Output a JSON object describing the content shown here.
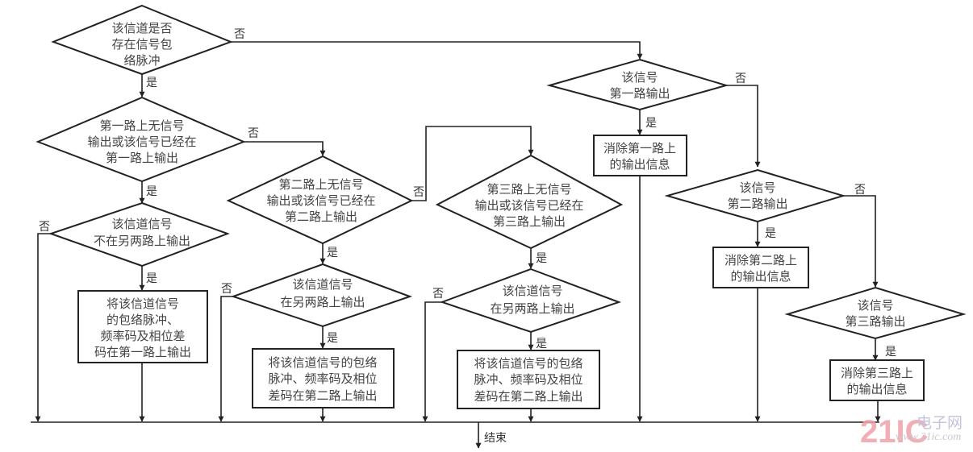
{
  "diagram": {
    "type": "flowchart",
    "nodes": {
      "d1": {
        "kind": "decision",
        "lines": [
          "该信道是否",
          "存在信号包",
          "络脉冲"
        ]
      },
      "d2": {
        "kind": "decision",
        "lines": [
          "第一路上无信号",
          "输出或该信号已经在",
          "第一路上输出"
        ]
      },
      "d3": {
        "kind": "decision",
        "lines": [
          "该信道信号",
          "不在另两路上输出"
        ]
      },
      "p1": {
        "kind": "process",
        "lines": [
          "将该信道信号",
          "的包络脉冲、",
          "频率码及相位差",
          "码在第一路上输出"
        ]
      },
      "d4": {
        "kind": "decision",
        "lines": [
          "第二路上无信号",
          "输出或该信号已经在",
          "第二路上输出"
        ]
      },
      "d5": {
        "kind": "decision",
        "lines": [
          "该信道信号",
          "在另两路上输出"
        ]
      },
      "p2": {
        "kind": "process",
        "lines": [
          "将该信道信号的包络",
          "脉冲、频率码及相位",
          "差码在第二路上输出"
        ]
      },
      "d6": {
        "kind": "decision",
        "lines": [
          "第三路上无信号",
          "输出或该信号已经在",
          "第三路上输出"
        ]
      },
      "d7": {
        "kind": "decision",
        "lines": [
          "该信道信号",
          "在另两路上输出"
        ]
      },
      "p3": {
        "kind": "process",
        "lines": [
          "将该信道信号的包络",
          "脉冲、频率码及相位",
          "差码在第二路上输出"
        ]
      },
      "d8": {
        "kind": "decision",
        "lines": [
          "该信号",
          "第一路输出"
        ]
      },
      "p4": {
        "kind": "process",
        "lines": [
          "消除第一路上",
          "的输出信息"
        ]
      },
      "d9": {
        "kind": "decision",
        "lines": [
          "该信号",
          "第二路输出"
        ]
      },
      "p5": {
        "kind": "process",
        "lines": [
          "消除第二路上",
          "的输出信息"
        ]
      },
      "d10": {
        "kind": "decision",
        "lines": [
          "该信号",
          "第三路输出"
        ]
      },
      "p6": {
        "kind": "process",
        "lines": [
          "消除第三路上",
          "的输出信息"
        ]
      }
    },
    "edge_labels": {
      "yes": "是",
      "no": "否"
    },
    "end_label": "结束",
    "edges": [
      {
        "from": "d1",
        "to": "d2",
        "label": "是"
      },
      {
        "from": "d1",
        "to": "d8",
        "label": "否"
      },
      {
        "from": "d2",
        "to": "d3",
        "label": "是"
      },
      {
        "from": "d2",
        "to": "d4",
        "label": "否"
      },
      {
        "from": "d3",
        "to": "p1",
        "label": "是"
      },
      {
        "from": "d3",
        "to": "end",
        "label": "否"
      },
      {
        "from": "p1",
        "to": "end"
      },
      {
        "from": "d4",
        "to": "d5",
        "label": "是"
      },
      {
        "from": "d4",
        "to": "d6",
        "label": "否"
      },
      {
        "from": "d5",
        "to": "p2",
        "label": "是"
      },
      {
        "from": "d5",
        "to": "end",
        "label": "否"
      },
      {
        "from": "p2",
        "to": "end"
      },
      {
        "from": "d6",
        "to": "d7",
        "label": "是"
      },
      {
        "from": "d7",
        "to": "p3",
        "label": "是"
      },
      {
        "from": "d7",
        "to": "end",
        "label": "否"
      },
      {
        "from": "p3",
        "to": "end"
      },
      {
        "from": "d8",
        "to": "p4",
        "label": "是"
      },
      {
        "from": "d8",
        "to": "d9",
        "label": "否"
      },
      {
        "from": "p4",
        "to": "end"
      },
      {
        "from": "d9",
        "to": "p5",
        "label": "是"
      },
      {
        "from": "d9",
        "to": "d10",
        "label": "否"
      },
      {
        "from": "p5",
        "to": "end"
      },
      {
        "from": "d10",
        "to": "p6",
        "label": "是"
      },
      {
        "from": "p6",
        "to": "end"
      }
    ]
  },
  "watermark": {
    "logo": "21IC",
    "site_name": "电子网",
    "url": "www.21ic.com"
  }
}
